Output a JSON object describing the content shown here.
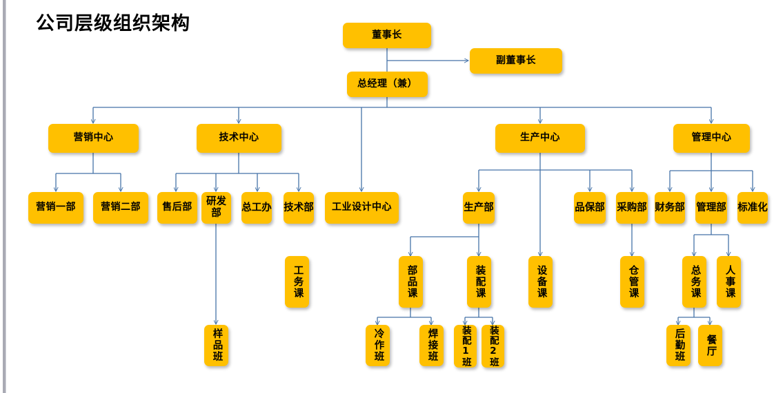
{
  "page": {
    "title": "公司层级组织架构",
    "accent_color": "#FFC000",
    "line_color": "#4472a8",
    "text_color": "#000000",
    "background": "#ffffff"
  },
  "nodes": {
    "chairman": "董事长",
    "vice_chairman": "副董事长",
    "general_manager": "总经理（兼）",
    "marketing_center": "营销中心",
    "tech_center": "技术中心",
    "production_center": "生产中心",
    "management_center": "管理中心",
    "marketing_dept_1": "营销一部",
    "marketing_dept_2": "营销二部",
    "after_sales_dept": "售后部",
    "rd_dept": "研发部",
    "chief_engineer_office": "总工办",
    "technology_dept": "技术部",
    "industrial_design_center": "工业设计中心",
    "production_dept": "生产部",
    "quality_dept": "品保部",
    "purchasing_dept": "采购部",
    "finance_dept": "财务部",
    "admin_dept": "管理部",
    "standardization": "标准化",
    "works_section": "工务课",
    "parts_section": "部品课",
    "assembly_section": "装配课",
    "equipment_section": "设备课",
    "warehouse_section": "仓管课",
    "general_affairs_section": "总务课",
    "hr_section": "人事课",
    "sample_team": "样品班",
    "cold_work_team": "冷作班",
    "welding_team": "焊接班",
    "assembly_team_1": "装配1班",
    "assembly_team_2": "装配2班",
    "logistics_team": "后勤班",
    "canteen": "餐厅"
  }
}
